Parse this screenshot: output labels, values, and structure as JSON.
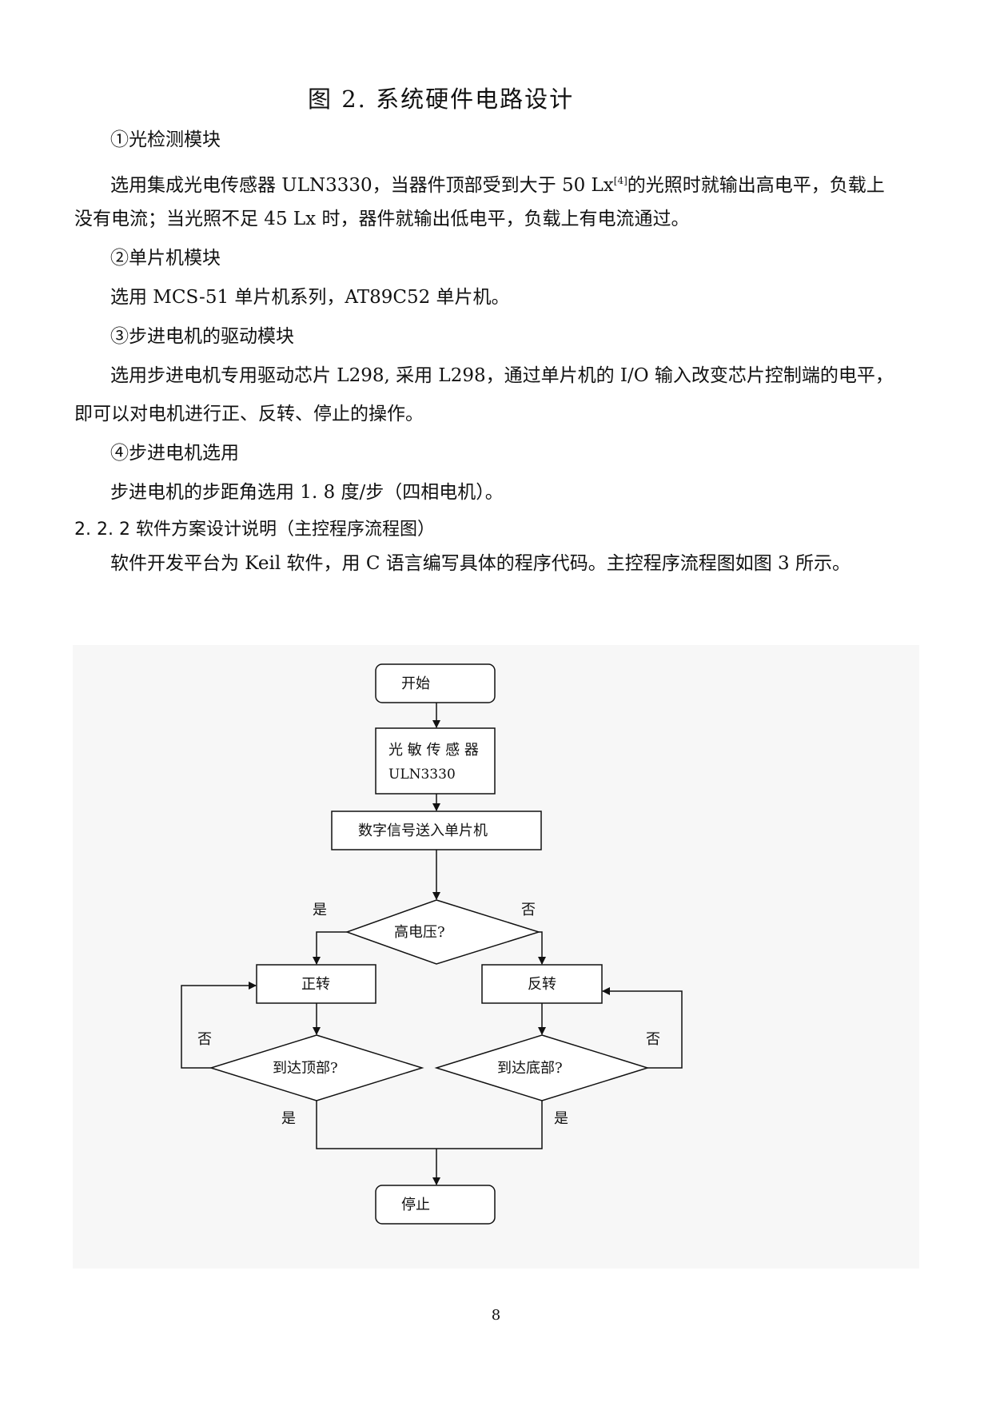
{
  "caption": "图 2. 系统硬件电路设计",
  "modules": {
    "m1_title": "①光检测模块",
    "m1_p1_before": "选用集成光电传感器 ULN3330，当器件顶部受到大于 50 Lx",
    "m1_p1_ref": "[4]",
    "m1_p1_after": "的光照时就输出高电平，负载上",
    "m1_p2": "没有电流；当光照不足 45  Lx 时，器件就输出低电平，负载上有电流通过。",
    "m2_title": "②单片机模块",
    "m2_p1": "选用 MCS-51 单片机系列，AT89C52 单片机。",
    "m3_title": "③步进电机的驱动模块",
    "m3_p1": "选用步进电机专用驱动芯片 L298, 采用 L298，通过单片机的 I/O 输入改变芯片控制端的电平，",
    "m3_p2": "即可以对电机进行正、反转、停止的操作。",
    "m4_title": "④步进电机选用",
    "m4_p1": "步进电机的步距角选用 1. 8 度/步（四相电机）。"
  },
  "section": {
    "heading": "2. 2. 2 软件方案设计说明（主控程序流程图）",
    "body": "软件开发平台为 Keil 软件，用 C 语言编写具体的程序代码。主控程序流程图如图 3 所示。"
  },
  "flowchart": {
    "start": "开始",
    "sensor_line1": "光 敏 传 感 器",
    "sensor_line2": "ULN3330",
    "send": "数字信号送入单片机",
    "decision_voltage": "高电压?",
    "yes_left": "是",
    "no_right": "否",
    "forward": "正转",
    "reverse": "反转",
    "decision_top": "到达顶部?",
    "decision_bottom": "到达底部?",
    "no_loop_left": "否",
    "no_loop_right": "否",
    "yes_top": "是",
    "yes_bottom": "是",
    "stop": "停止"
  },
  "page_number": "8"
}
